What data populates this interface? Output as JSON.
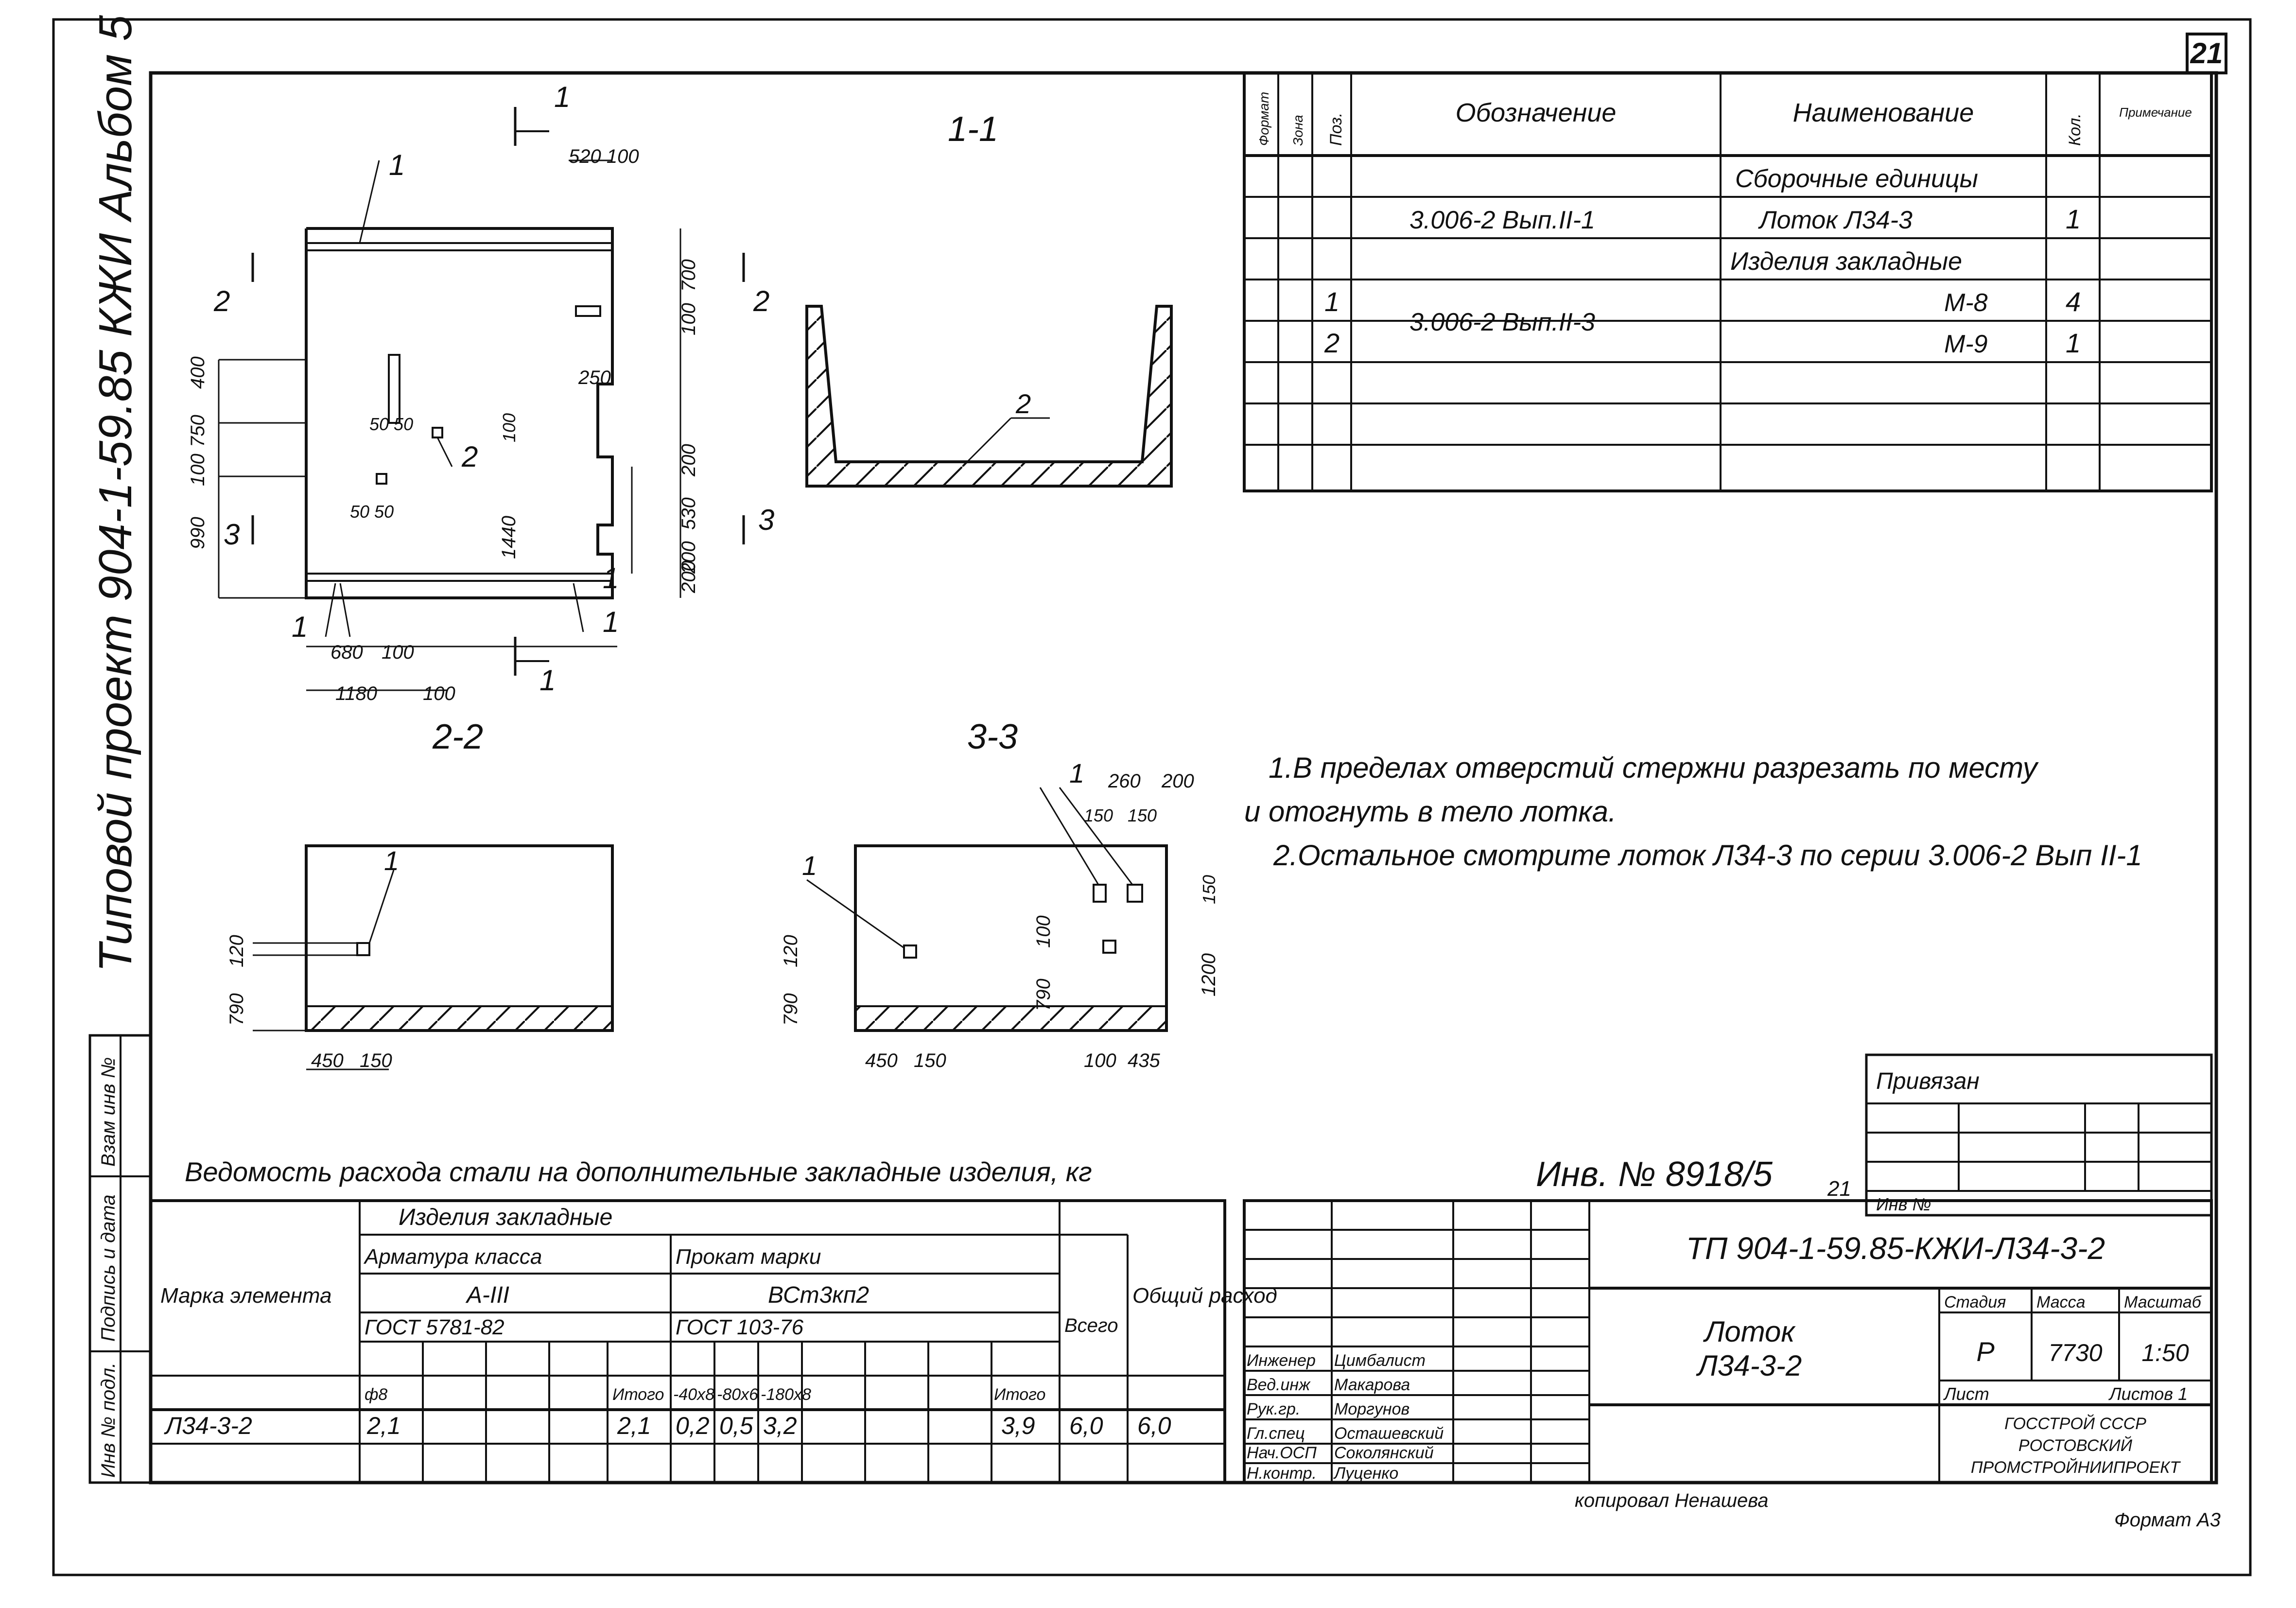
{
  "sheet_number": "21",
  "side_title": "Типовой проект 904-1-59.85 КЖИ Альбом 5",
  "side_stamp_labels": [
    "Инв № подл.",
    "Подпись и дата",
    "Взам инв №"
  ],
  "views": {
    "plan": {
      "dims": [
        "520 100",
        "700",
        "100",
        "400",
        "750",
        "100",
        "990",
        "250",
        "50 50",
        "100",
        "50 50",
        "1440",
        "200",
        "530",
        "200",
        "200",
        "680",
        "100",
        "1180",
        "100"
      ],
      "markers": [
        "1",
        "1",
        "2",
        "2",
        "3",
        "3",
        "1",
        "1",
        "1",
        "2",
        "1"
      ]
    },
    "section_1_1": {
      "title": "1-1",
      "callout": "2"
    },
    "section_2_2": {
      "title": "2-2",
      "callout": "1",
      "dims": [
        "120",
        "790",
        "450",
        "150"
      ]
    },
    "section_3_3": {
      "title": "3-3",
      "callouts": [
        "1",
        "1"
      ],
      "dims": [
        "260",
        "200",
        "150",
        "150",
        "150",
        "120",
        "790",
        "100",
        "790",
        "1200",
        "450",
        "150",
        "100",
        "435"
      ]
    }
  },
  "spec_table": {
    "headers": [
      "Формат",
      "Зона",
      "Поз.",
      "Обозначение",
      "Наименование",
      "Кол.",
      "Примечание"
    ],
    "rows": [
      [
        "",
        "",
        "",
        "",
        "Сборочные единицы",
        "",
        ""
      ],
      [
        "",
        "",
        "",
        "3.006-2 Вып.II-1",
        "Лоток Л34-3",
        "1",
        ""
      ],
      [
        "",
        "",
        "",
        "",
        "Изделия закладные",
        "",
        ""
      ],
      [
        "",
        "",
        "1",
        "3.006-2 Вып.II-3",
        "М-8",
        "4",
        ""
      ],
      [
        "",
        "",
        "2",
        "",
        "М-9",
        "1",
        ""
      ],
      [
        "",
        "",
        "",
        "",
        "",
        "",
        ""
      ],
      [
        "",
        "",
        "",
        "",
        "",
        "",
        ""
      ],
      [
        "",
        "",
        "",
        "",
        "",
        "",
        ""
      ]
    ]
  },
  "notes": [
    "1.В пределах отверстий стержни разрезать по месту",
    "и отогнуть в тело лотка.",
    "2.Остальное смотрите лоток Л34-3 по серии 3.006-2 Вып II-1"
  ],
  "inv_number": "Инв. № 8918/5",
  "inv_sub": "21",
  "privyazan": {
    "title": "Привязан",
    "inv_label": "Инв №"
  },
  "steel_table": {
    "title": "Ведомость расхода стали на дополнительные закладные изделия, кг",
    "col_mark": "Марка элемента",
    "group": "Изделия закладные",
    "armatura": "Арматура класса",
    "armatura_class": "А-III",
    "armatura_gost": "ГОСТ 5781-82",
    "prokat": "Прокат марки",
    "prokat_mark": "ВСт3кп2",
    "prokat_gost": "ГОСТ 103-76",
    "vsego": "Всего",
    "total": "Общий расход",
    "sub_cols": [
      "ф8",
      "",
      "",
      "",
      "Итого",
      "-40х8",
      "-80х6",
      "-180х8",
      "",
      "",
      "Итого"
    ],
    "row": {
      "mark": "Л34-3-2",
      "cells": [
        "2,1",
        "",
        "",
        "",
        "2,1",
        "0,2",
        "0,5",
        "3,2",
        "",
        "",
        "3,9"
      ],
      "vsego": "6,0",
      "total": "6,0"
    }
  },
  "title_block": {
    "code": "ТП 904-1-59.85-КЖИ-Л34-3-2",
    "name_line1": "Лоток",
    "name_line2": "Л34-3-2",
    "stage_label": "Стадия",
    "mass_label": "Масса",
    "scale_label": "Масштаб",
    "stage": "Р",
    "mass": "7730",
    "scale": "1:50",
    "sheet_label": "Лист",
    "sheets_label": "Листов 1",
    "org_line1": "ГОССТРОЙ СССР",
    "org_line2": "РОСТОВСКИЙ",
    "org_line3": "ПРОМСТРОЙНИИПРОЕКТ",
    "signatures": [
      {
        "role": "Инженер",
        "name": "Цимбалист"
      },
      {
        "role": "Вед.инж",
        "name": "Макарова"
      },
      {
        "role": "Рук.гр.",
        "name": "Моргунов"
      },
      {
        "role": "Гл.спец",
        "name": "Осташевский"
      },
      {
        "role": "Нач.ОСП",
        "name": "Соколянский"
      },
      {
        "role": "Н.контр.",
        "name": "Луценко"
      }
    ]
  },
  "copied": "копировал Ненашева",
  "format": "Формат А3"
}
